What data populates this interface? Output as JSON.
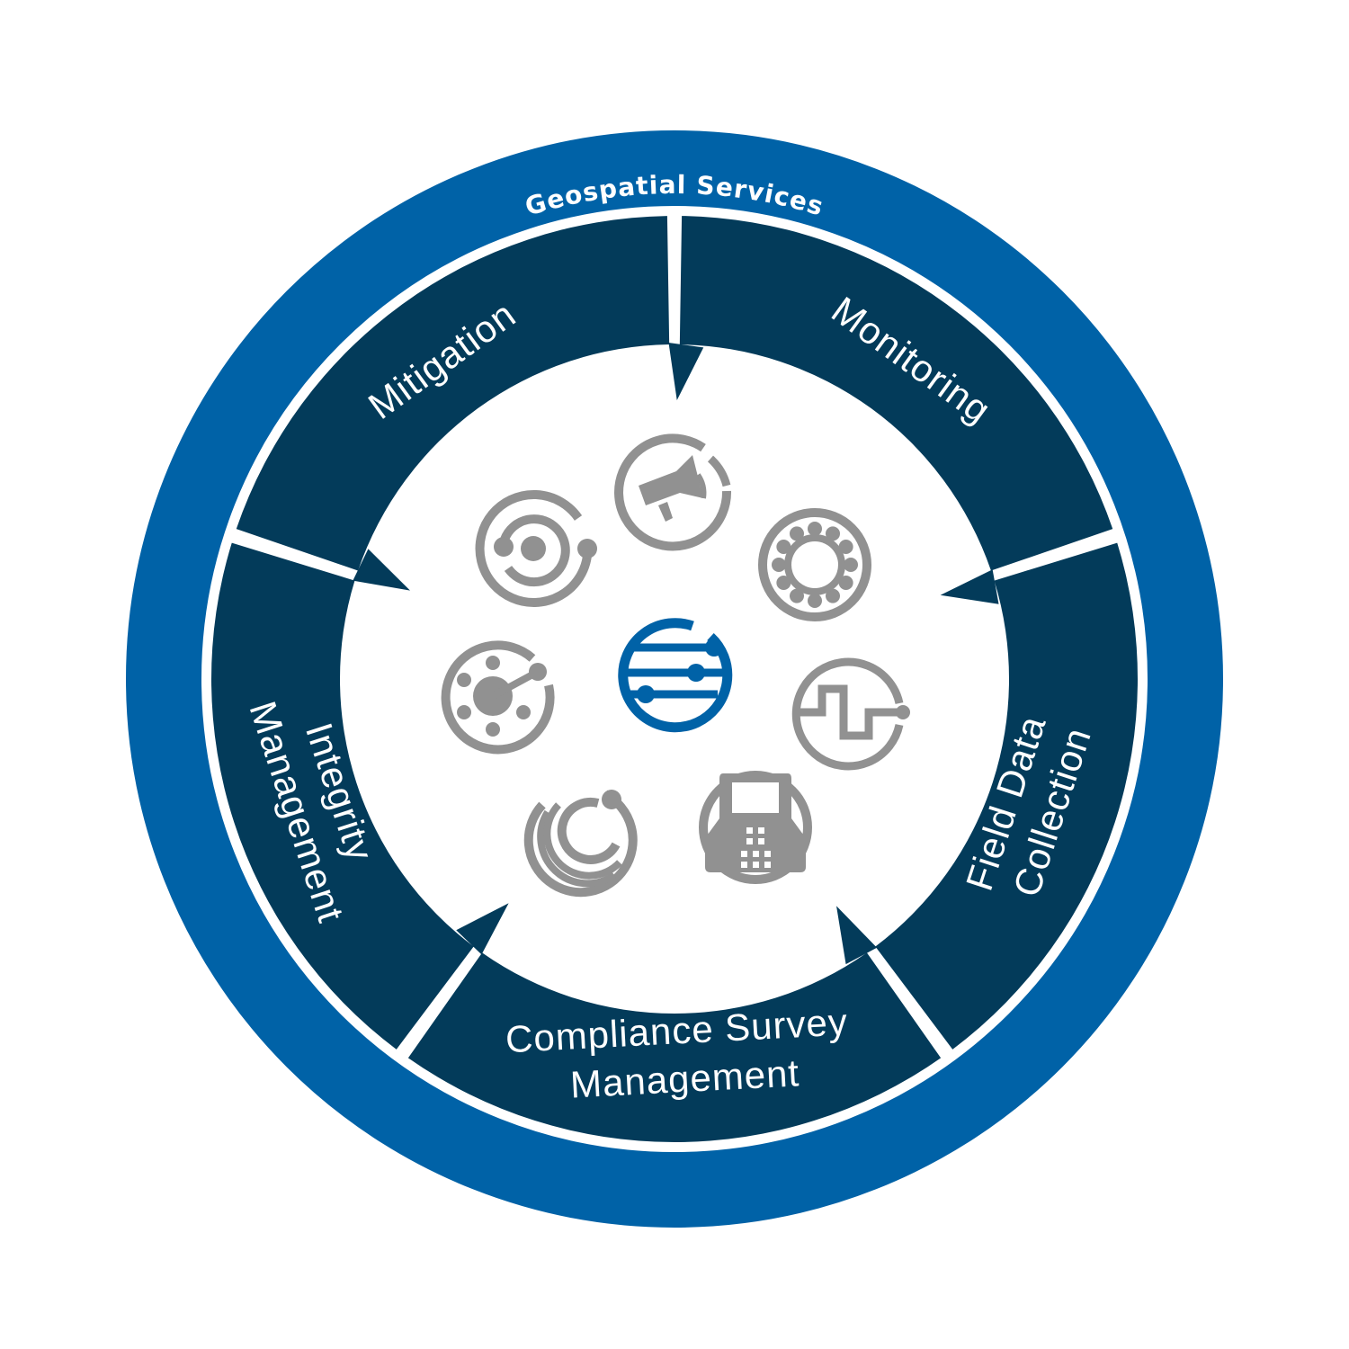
{
  "outer_ring": {
    "label": "Geospatial Services",
    "color": "#0062a7"
  },
  "segments": [
    {
      "id": "mitigation",
      "lines": [
        "Mitigation"
      ]
    },
    {
      "id": "monitoring",
      "lines": [
        "Monitoring"
      ]
    },
    {
      "id": "field-data-collection",
      "lines": [
        "Field Data",
        "Collection"
      ]
    },
    {
      "id": "compliance-survey-management",
      "lines": [
        "Compliance Survey",
        "Management"
      ]
    },
    {
      "id": "integrity-management",
      "lines": [
        "Integrity",
        "Management"
      ]
    }
  ],
  "colors": {
    "segment_fill": "#033b5a",
    "divider": "#ffffff",
    "icon_gray": "#919191",
    "center_icon": "#0062a7",
    "background": "#ffffff"
  },
  "icons": [
    {
      "name": "orbit-target-icon"
    },
    {
      "name": "megaphone-icon"
    },
    {
      "name": "gear-icon"
    },
    {
      "name": "square-wave-icon"
    },
    {
      "name": "handheld-device-icon"
    },
    {
      "name": "crescent-layers-icon"
    },
    {
      "name": "hub-nodes-icon"
    }
  ],
  "center_icon": {
    "name": "data-lines-globe-icon"
  }
}
